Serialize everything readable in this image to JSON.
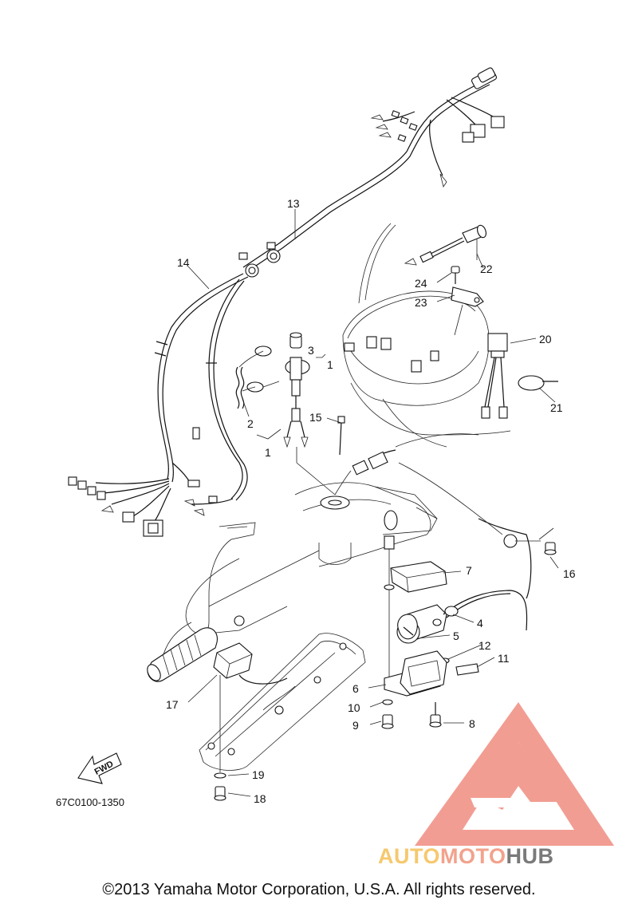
{
  "diagram": {
    "callouts": [
      {
        "id": "1",
        "text": "1"
      },
      {
        "id": "1b",
        "text": "1"
      },
      {
        "id": "2",
        "text": "2"
      },
      {
        "id": "3",
        "text": "3"
      },
      {
        "id": "4",
        "text": "4"
      },
      {
        "id": "5",
        "text": "5"
      },
      {
        "id": "6",
        "text": "6"
      },
      {
        "id": "7",
        "text": "7"
      },
      {
        "id": "8",
        "text": "8"
      },
      {
        "id": "9",
        "text": "9"
      },
      {
        "id": "10",
        "text": "10"
      },
      {
        "id": "11",
        "text": "11"
      },
      {
        "id": "12",
        "text": "12"
      },
      {
        "id": "13",
        "text": "13"
      },
      {
        "id": "14",
        "text": "14"
      },
      {
        "id": "15",
        "text": "15"
      },
      {
        "id": "16",
        "text": "16"
      },
      {
        "id": "17",
        "text": "17"
      },
      {
        "id": "18",
        "text": "18"
      },
      {
        "id": "19",
        "text": "19"
      },
      {
        "id": "20",
        "text": "20"
      },
      {
        "id": "21",
        "text": "21"
      },
      {
        "id": "22",
        "text": "22"
      },
      {
        "id": "23",
        "text": "23"
      },
      {
        "id": "24",
        "text": "24"
      }
    ],
    "fwd_label": "FWD",
    "drawing_code": "67C0100-1350"
  },
  "watermark": {
    "auto": "AUTO",
    "moto": "MOTO",
    "hub": "HUB",
    "colors": {
      "triangle": "#f08c80",
      "auto": "#f6c86e",
      "moto": "#f2a28c",
      "hub": "#7a7a7a"
    }
  },
  "footer": {
    "copyright": "©2013 Yamaha Motor Corporation, U.S.A. All rights reserved."
  }
}
